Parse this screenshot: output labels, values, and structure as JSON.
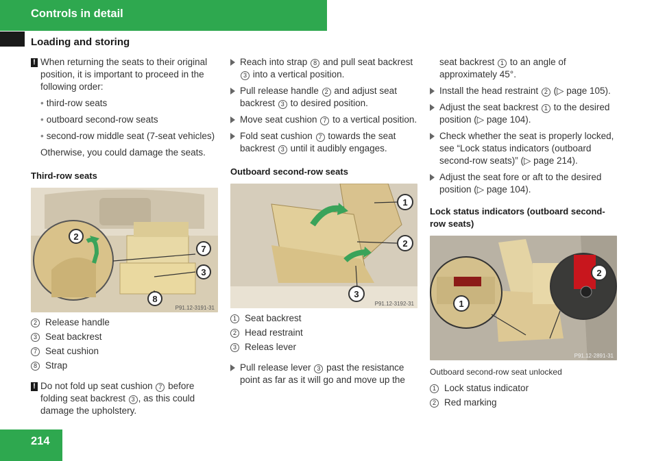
{
  "header": {
    "title": "Controls in detail",
    "section": "Loading and storing",
    "page_number": "214"
  },
  "col1": {
    "warning_intro": "When returning the seats to their original position, it is important to proceed in the following order:",
    "order": [
      "third-row seats",
      "outboard second-row seats",
      "second-row middle seat (7-seat vehicles)"
    ],
    "otherwise": "Otherwise, you could damage the seats.",
    "subhead": "Third-row seats",
    "photo_code": "P91.12-3191-31",
    "legend": [
      {
        "num": "2",
        "label": "Release handle"
      },
      {
        "num": "3",
        "label": "Seat backrest"
      },
      {
        "num": "7",
        "label": "Seat cushion"
      },
      {
        "num": "8",
        "label": "Strap"
      }
    ],
    "warning2_a": "Do not fold up seat cushion",
    "warning2_num1": "7",
    "warning2_b": "before folding seat backrest",
    "warning2_num2": "3",
    "warning2_c": ", as this could damage the upholstery."
  },
  "col2": {
    "steps": [
      {
        "a": "Reach into strap",
        "n1": "8",
        "b": "and pull seat backrest",
        "n2": "3",
        "c": "into a vertical position."
      },
      {
        "a": "Pull release handle",
        "n1": "2",
        "b": "and adjust seat backrest",
        "n2": "3",
        "c": "to desired position."
      },
      {
        "a": "Move seat cushion",
        "n1": "7",
        "b": "to a vertical position.",
        "n2": "",
        "c": ""
      },
      {
        "a": "Fold seat cushion",
        "n1": "7",
        "b": "towards the seat backrest",
        "n2": "3",
        "c": "until it audibly engages."
      }
    ],
    "subhead": "Outboard second-row seats",
    "photo_code": "P91.12-3192-31",
    "legend": [
      {
        "num": "1",
        "label": "Seat backrest"
      },
      {
        "num": "2",
        "label": "Head restraint"
      },
      {
        "num": "3",
        "label": "Releas lever"
      }
    ],
    "last_step_a": "Pull release lever",
    "last_step_num": "3",
    "last_step_b": "past the resistance point as far as it will go and move up the"
  },
  "col3": {
    "cont_a": "seat backrest",
    "cont_num": "1",
    "cont_b": "to an angle of approximately 45°.",
    "steps": [
      {
        "a": "Install the head restraint",
        "n1": "2",
        "b": "(▷ page 105).",
        "n2": "",
        "c": ""
      },
      {
        "a": "Adjust the seat backrest",
        "n1": "1",
        "b": "to the desired position (▷ page 104).",
        "n2": "",
        "c": ""
      }
    ],
    "check": "Check whether the seat is properly locked, see “Lock status indicators (outboard second-row seats)” (▷ page 214).",
    "adjust": "Adjust the seat fore or aft to the desired position (▷ page 104).",
    "subhead": "Lock status indicators (outboard second-row seats)",
    "photo_code": "P91.12-2891-31",
    "caption": "Outboard second-row seat unlocked",
    "legend": [
      {
        "num": "1",
        "label": "Lock status indicator"
      },
      {
        "num": "2",
        "label": "Red marking"
      }
    ]
  },
  "colors": {
    "green": "#2ea84f",
    "red_marking": "#c8161d"
  }
}
